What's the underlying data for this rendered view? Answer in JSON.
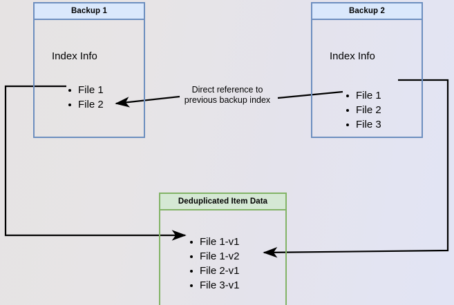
{
  "diagram": {
    "title_hidden": "",
    "colors": {
      "blue_border": "#6c8ebf",
      "blue_header_fill": "#dae8fc",
      "green_border": "#82b366",
      "green_header_fill": "#d5e8d4",
      "edge_stroke": "#000000",
      "background_left": "#e6e3e3",
      "background_right": "#e2e4f4"
    },
    "nodes": [
      {
        "id": "backup1",
        "title": "Backup 1",
        "section_label": "Index Info",
        "items": [
          "File 1",
          "File 2"
        ]
      },
      {
        "id": "backup2",
        "title": "Backup 2",
        "section_label": "Index Info",
        "items": [
          "File 1",
          "File 2",
          "File 3"
        ]
      },
      {
        "id": "dedup",
        "title": "Deduplicated Item Data",
        "items": [
          "File 1-v1",
          "File 1-v2",
          "File 2-v1",
          "File 3-v1"
        ]
      }
    ],
    "edge_labels": {
      "direct_reference": "Direct reference to\nprevious backup index"
    }
  }
}
